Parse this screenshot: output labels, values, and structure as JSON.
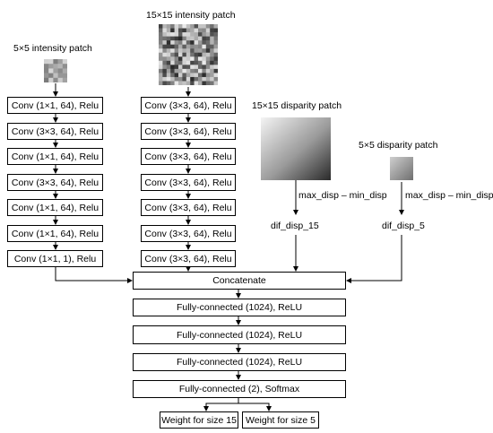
{
  "patches": {
    "intensity_5": "5×5 intensity patch",
    "intensity_15": "15×15 intensity patch",
    "disparity_15": "15×15 disparity patch",
    "disparity_5": "5×5 disparity patch"
  },
  "left_column": [
    "Conv (1×1, 64), Relu",
    "Conv (3×3, 64), Relu",
    "Conv (1×1, 64), Relu",
    "Conv (3×3, 64), Relu",
    "Conv (1×1, 64), Relu",
    "Conv (1×1, 64), Relu",
    "Conv (1×1, 1), Relu"
  ],
  "mid_column": [
    "Conv (3×3, 64), Relu",
    "Conv (3×3, 64), Relu",
    "Conv (3×3, 64), Relu",
    "Conv (3×3, 64), Relu",
    "Conv (3×3, 64), Relu",
    "Conv (3×3, 64), Relu",
    "Conv (3×3, 64), Relu"
  ],
  "disparity_branch": {
    "op_15": "max_disp – min_disp",
    "out_15": "dif_disp_15",
    "op_5": "max_disp – min_disp",
    "out_5": "dif_disp_5"
  },
  "head": {
    "concat": "Concatenate",
    "fc1": "Fully-connected (1024), ReLU",
    "fc2": "Fully-connected (1024), ReLU",
    "fc3": "Fully-connected (1024), ReLU",
    "fc4": "Fully-connected (2), Softmax"
  },
  "outputs": {
    "w15": "Weight for size 15",
    "w5": "Weight for size 5"
  }
}
